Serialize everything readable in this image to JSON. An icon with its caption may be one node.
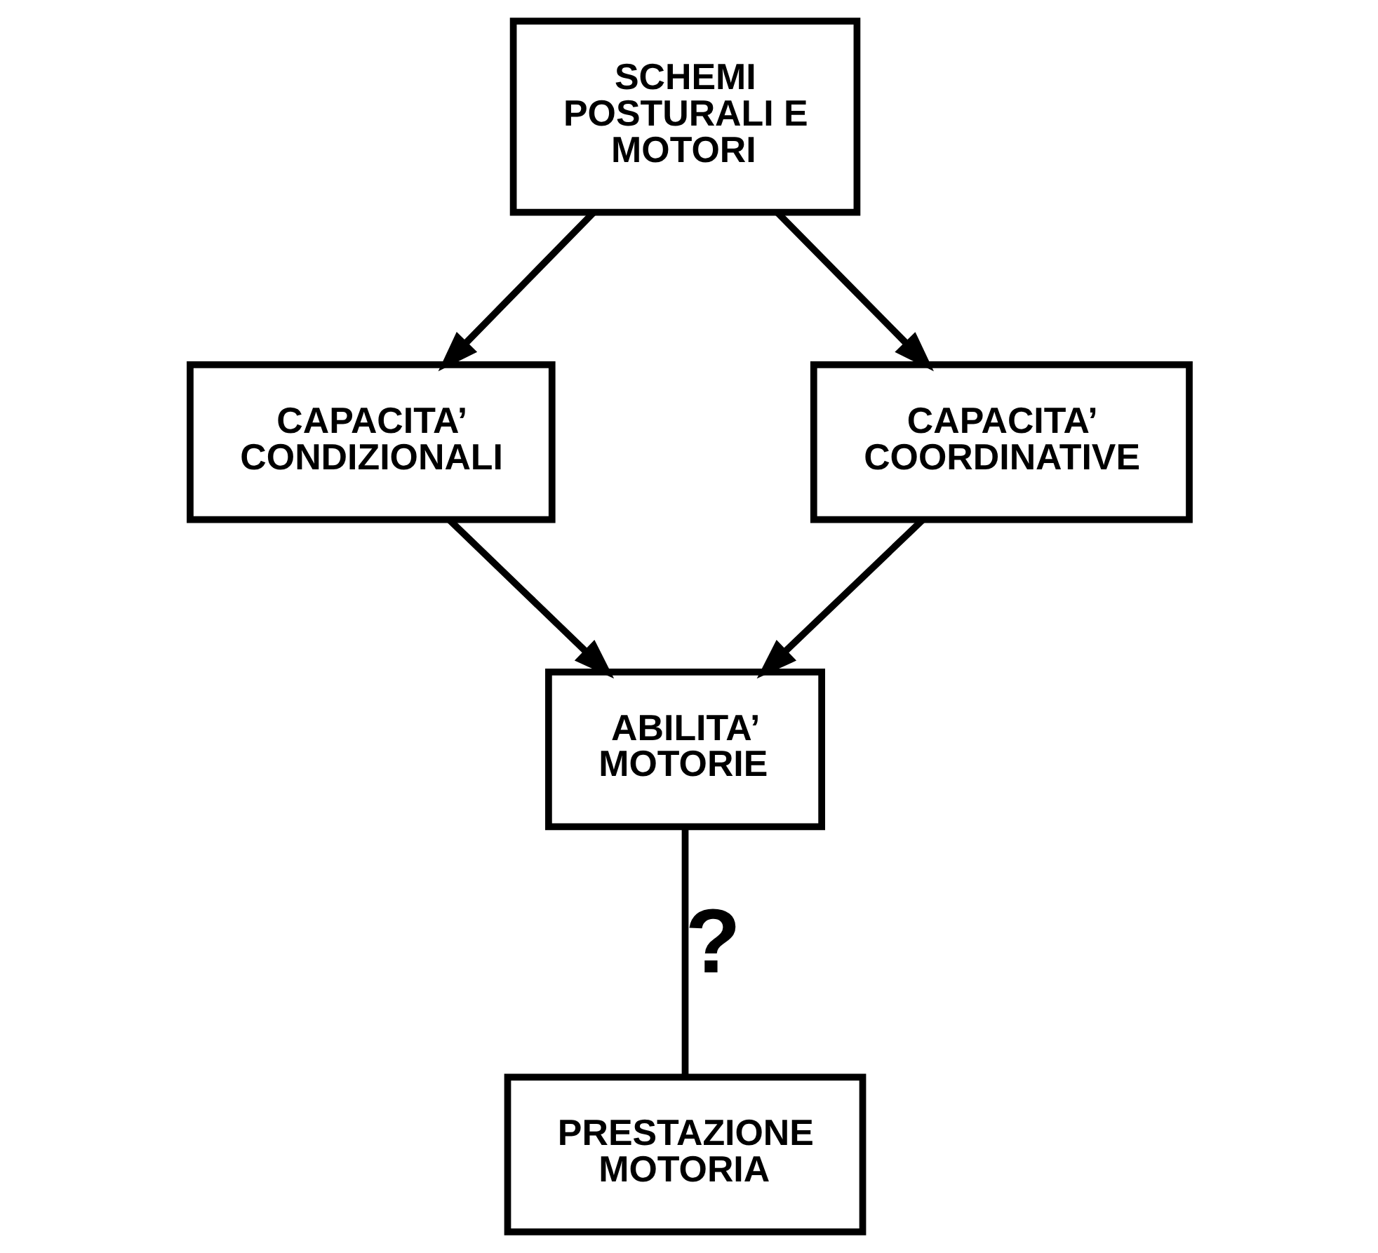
{
  "diagram": {
    "nodes": [
      {
        "text": [
          "SCHEMI POSTURALI E MOTORI"
        ]
      },
      {
        "text": [
          "CAPACITA’ CONDIZIONALI"
        ]
      },
      {
        "text": [
          "CAPACITA’ COORDINATIVE"
        ]
      },
      {
        "text": [
          "ABILITA’ MOTORIE"
        ]
      },
      {
        "text": [
          "PRESTAZIONE MOTORIA"
        ]
      }
    ],
    "edges": [
      {
        "from": 0,
        "to": 1,
        "arrow": "to"
      },
      {
        "from": 0,
        "to": 2,
        "arrow": "to"
      },
      {
        "from": 1,
        "to": 3,
        "arrow": "to"
      },
      {
        "from": 2,
        "to": 3,
        "arrow": "to"
      },
      {
        "from": 3,
        "to": 4,
        "arrow": "none",
        "label": "?"
      }
    ]
  }
}
